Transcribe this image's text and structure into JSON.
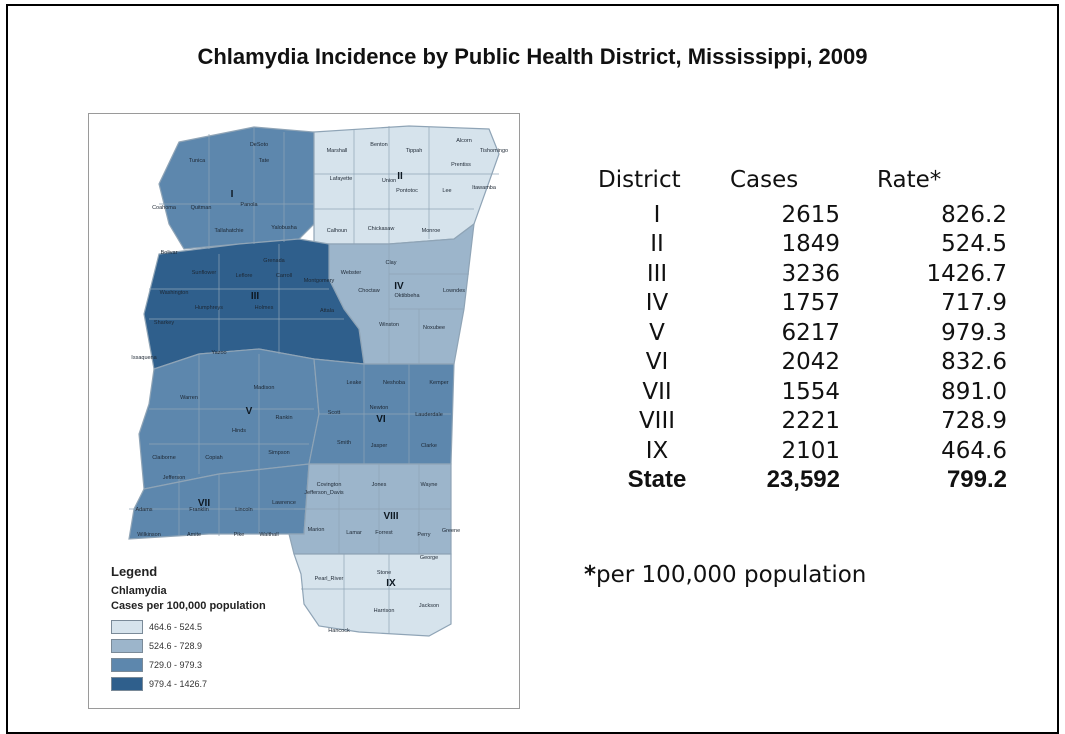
{
  "title": "Chlamydia Incidence by Public Health District, Mississippi, 2009",
  "colors": {
    "class1": "#d6e3ec",
    "class2": "#9cb5cb",
    "class3": "#5d87ad",
    "class4": "#2f5f8c",
    "county_line": "#8fa4b6"
  },
  "legend": {
    "title": "Legend",
    "subtitle": "Chlamydia",
    "units": "Cases per 100,000 population",
    "classes": [
      {
        "label": "464.6 - 524.5",
        "color": "#d6e3ec"
      },
      {
        "label": "524.6 - 728.9",
        "color": "#9cb5cb"
      },
      {
        "label": "729.0 - 979.3",
        "color": "#5d87ad"
      },
      {
        "label": "979.4 - 1426.7",
        "color": "#2f5f8c"
      }
    ]
  },
  "map": {
    "district_labels": [
      "I",
      "II",
      "III",
      "IV",
      "V",
      "VI",
      "VII",
      "VIII",
      "IX"
    ],
    "counties": [
      "DeSoto",
      "Tunica",
      "Tate",
      "Marshall",
      "Benton",
      "Tippah",
      "Alcorn",
      "Tishomingo",
      "Prentiss",
      "Union",
      "Lafayette",
      "Pontotoc",
      "Lee",
      "Itawamba",
      "Coahoma",
      "Quitman",
      "Panola",
      "Tallahatchie",
      "Yalobusha",
      "Calhoun",
      "Chickasaw",
      "Monroe",
      "Bolivar",
      "Grenada",
      "Sunflower",
      "Leflore",
      "Carroll",
      "Webster",
      "Clay",
      "Montgomery",
      "Choctaw",
      "Oktibbeha",
      "Lowndes",
      "Washington",
      "Humphreys",
      "Holmes",
      "Attala",
      "Winston",
      "Noxubee",
      "Sharkey",
      "Issaquena",
      "Yazoo",
      "Leake",
      "Neshoba",
      "Kemper",
      "Madison",
      "Warren",
      "Hinds",
      "Rankin",
      "Scott",
      "Newton",
      "Lauderdale",
      "Smith",
      "Jasper",
      "Clarke",
      "Claiborne",
      "Copiah",
      "Simpson",
      "Jefferson",
      "Covington",
      "Jones",
      "Wayne",
      "Jefferson_Davis",
      "Adams",
      "Franklin",
      "Lincoln",
      "Lawrence",
      "Wilkinson",
      "Amite",
      "Pike",
      "Walthall",
      "Marion",
      "Lamar",
      "Forrest",
      "Perry",
      "Greene",
      "George",
      "Pearl_River",
      "Stone",
      "Harrison",
      "Jackson",
      "Hancock"
    ]
  },
  "table": {
    "headers": {
      "district": "District",
      "cases": "Cases",
      "rate": "Rate*"
    },
    "rows": [
      {
        "district": "I",
        "cases": "2615",
        "rate": "826.2"
      },
      {
        "district": "II",
        "cases": "1849",
        "rate": "524.5"
      },
      {
        "district": "III",
        "cases": "3236",
        "rate": "1426.7"
      },
      {
        "district": "IV",
        "cases": "1757",
        "rate": "717.9"
      },
      {
        "district": "V",
        "cases": "6217",
        "rate": "979.3"
      },
      {
        "district": "VI",
        "cases": "2042",
        "rate": "832.6"
      },
      {
        "district": "VII",
        "cases": "1554",
        "rate": "891.0"
      },
      {
        "district": "VIII",
        "cases": "2221",
        "rate": "728.9"
      },
      {
        "district": "IX",
        "cases": "2101",
        "rate": "464.6"
      }
    ],
    "total": {
      "district": "State",
      "cases": "23,592",
      "rate": "799.2"
    }
  },
  "footnote": {
    "star": "*",
    "text": "per 100,000 population"
  }
}
